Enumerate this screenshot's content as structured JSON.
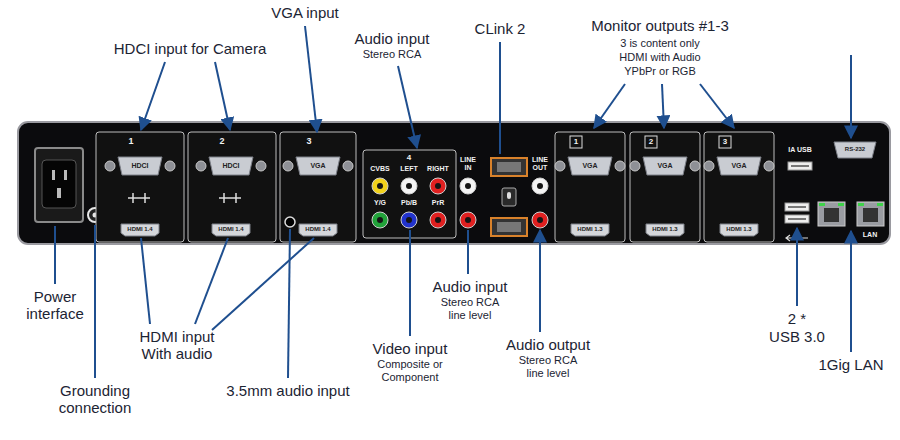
{
  "diagram": {
    "labels": [
      "VGA input",
      "HDCI input for Camera",
      "Audio input",
      "Stereo RCA",
      "CLink 2",
      "Monitor outputs #1-3",
      "3 is content only",
      "HDMI with Audio",
      "YPbPr or RGB",
      "1",
      "HDCI",
      "HDMI 1.4",
      "2",
      "HDCI",
      "HDMI 1.4",
      "3",
      "VGA",
      "HDMI 1.4",
      "4",
      "CVBS",
      "LEFT",
      "RIGHT",
      "Y/G",
      "Pb/B",
      "PrR",
      "LINE IN",
      "LINE OUT",
      "1",
      "VGA",
      "HDMI 1.3",
      "2",
      "VGA",
      "HDMI 1.3",
      "3",
      "VGA",
      "HDMI 1.3",
      "IA USB",
      "RS-232",
      "LAN",
      "Power interface",
      "Audio input",
      "Stereo RCA line level",
      "2 *",
      "USB 3.0",
      "HDMI input With audio",
      "Audio output",
      "Stereo RCA line level",
      "Video input",
      "Composite or Component",
      "1Gig LAN",
      "Grounding connection",
      "3.5mm audio input"
    ]
  }
}
